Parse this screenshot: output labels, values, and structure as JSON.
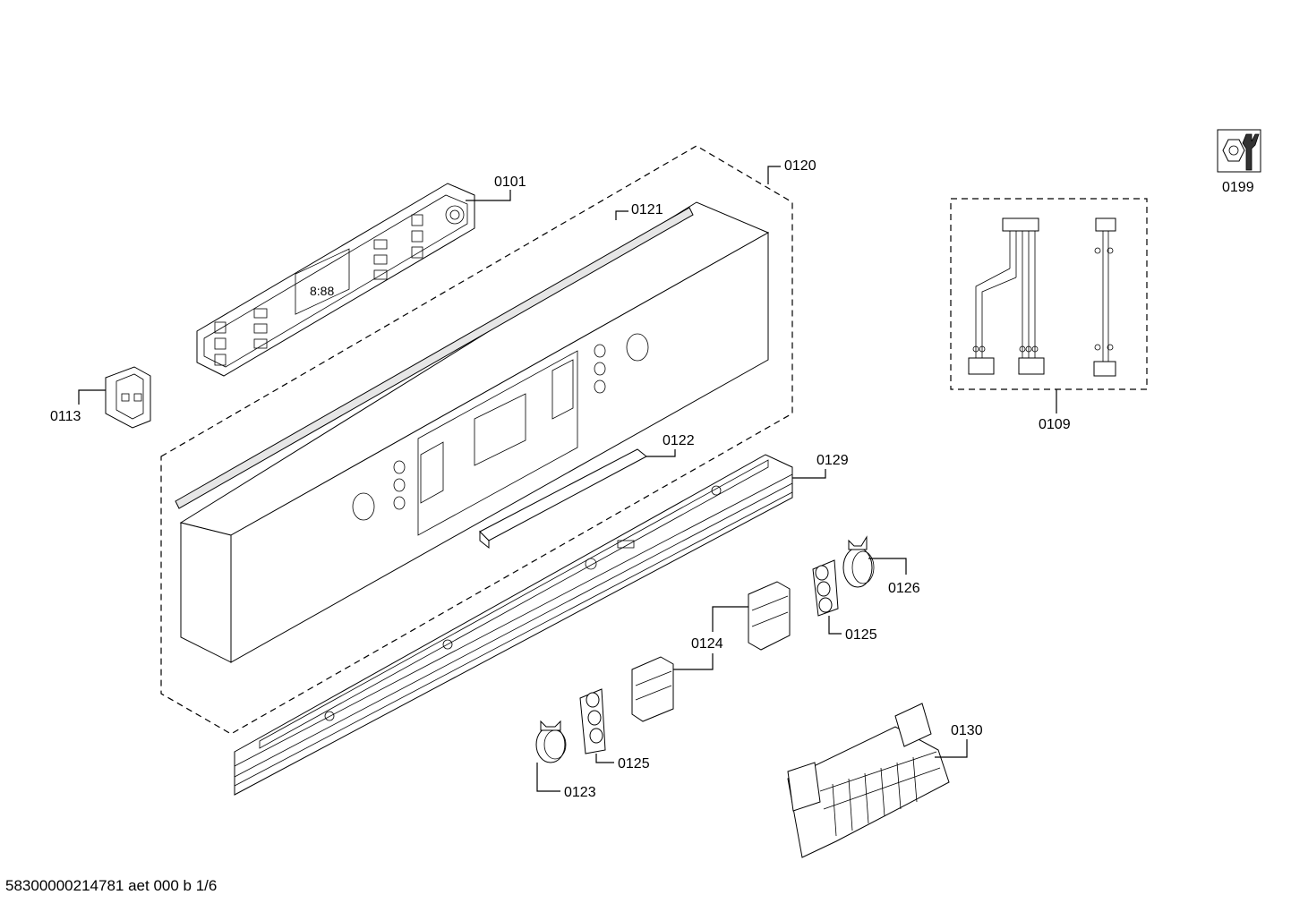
{
  "document_id": "58300000214781 aet 000 b 1/6",
  "callouts": {
    "c0101": "0101",
    "c0109": "0109",
    "c0113": "0113",
    "c0120": "0120",
    "c0121": "0121",
    "c0122": "0122",
    "c0123": "0123",
    "c0124": "0124",
    "c0125a": "0125",
    "c0125b": "0125",
    "c0126": "0126",
    "c0129": "0129",
    "c0130": "0130",
    "c0199": "0199"
  },
  "icons": {
    "tool_kit": "nut-wrench-icon"
  }
}
